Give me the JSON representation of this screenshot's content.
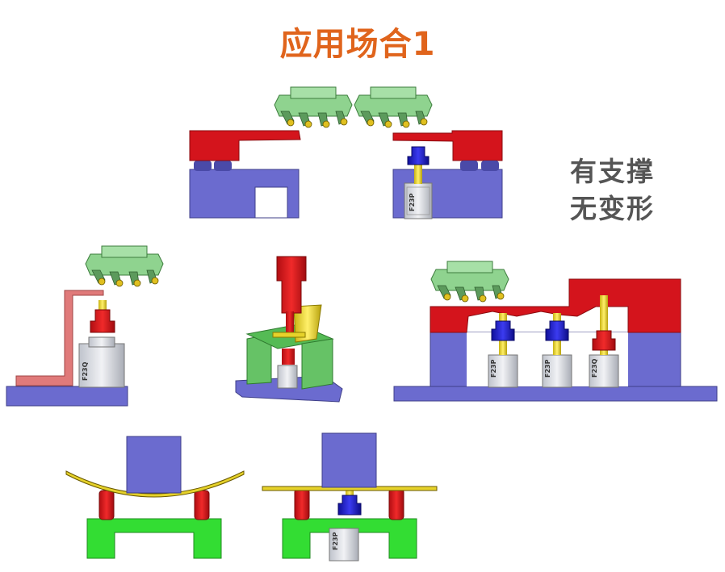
{
  "title": "应用场合1",
  "annotation": {
    "line1": "有支撑",
    "line2": "无变形"
  },
  "cylinder_labels": {
    "top_right": "F23P",
    "mid_left": "F23Q",
    "mid_right_1": "F23P",
    "mid_right_2": "F23P",
    "mid_right_3": "F23Q",
    "bottom_right": "F23P"
  },
  "colors": {
    "title": "#e0641c",
    "annotation": "#555555",
    "base_purple": "#6b6bcf",
    "clamp_red": "#d4141c",
    "cutter_green": "#8fd38f",
    "support_blue": "#1c1cc8",
    "rod_yellow": "#e6d22a",
    "fixture_green": "#33dd33"
  }
}
